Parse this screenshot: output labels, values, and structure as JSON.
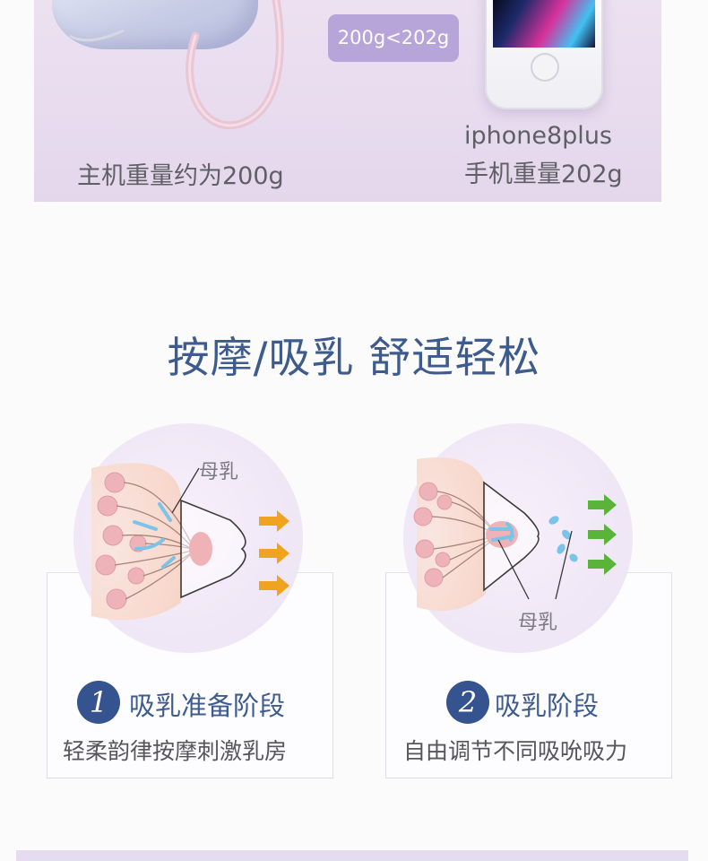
{
  "weight_compare": {
    "comparison": "200g<202g",
    "main_unit_weight": "主机重量约为200g",
    "phone_model": "iphone8plus",
    "phone_weight": "手机重量202g"
  },
  "heading": "按摩/吸乳 舒适轻松",
  "stages": [
    {
      "number": "1",
      "title": "吸乳准备阶段",
      "description": "轻柔韵律按摩刺激乳房",
      "milk_label": "母乳"
    },
    {
      "number": "2",
      "title": "吸乳阶段",
      "description": "自由调节不同吸吮吸力",
      "milk_label": "母乳"
    }
  ],
  "colors": {
    "heading": "#3e5b8e",
    "badge": "#35538e",
    "arrow_stage1": "#f0a320",
    "arrow_stage2": "#5bb43a",
    "milk_flow": "#7cc3e8",
    "pill": "#b7a4d9",
    "banner_bg": "#e8dcee"
  }
}
